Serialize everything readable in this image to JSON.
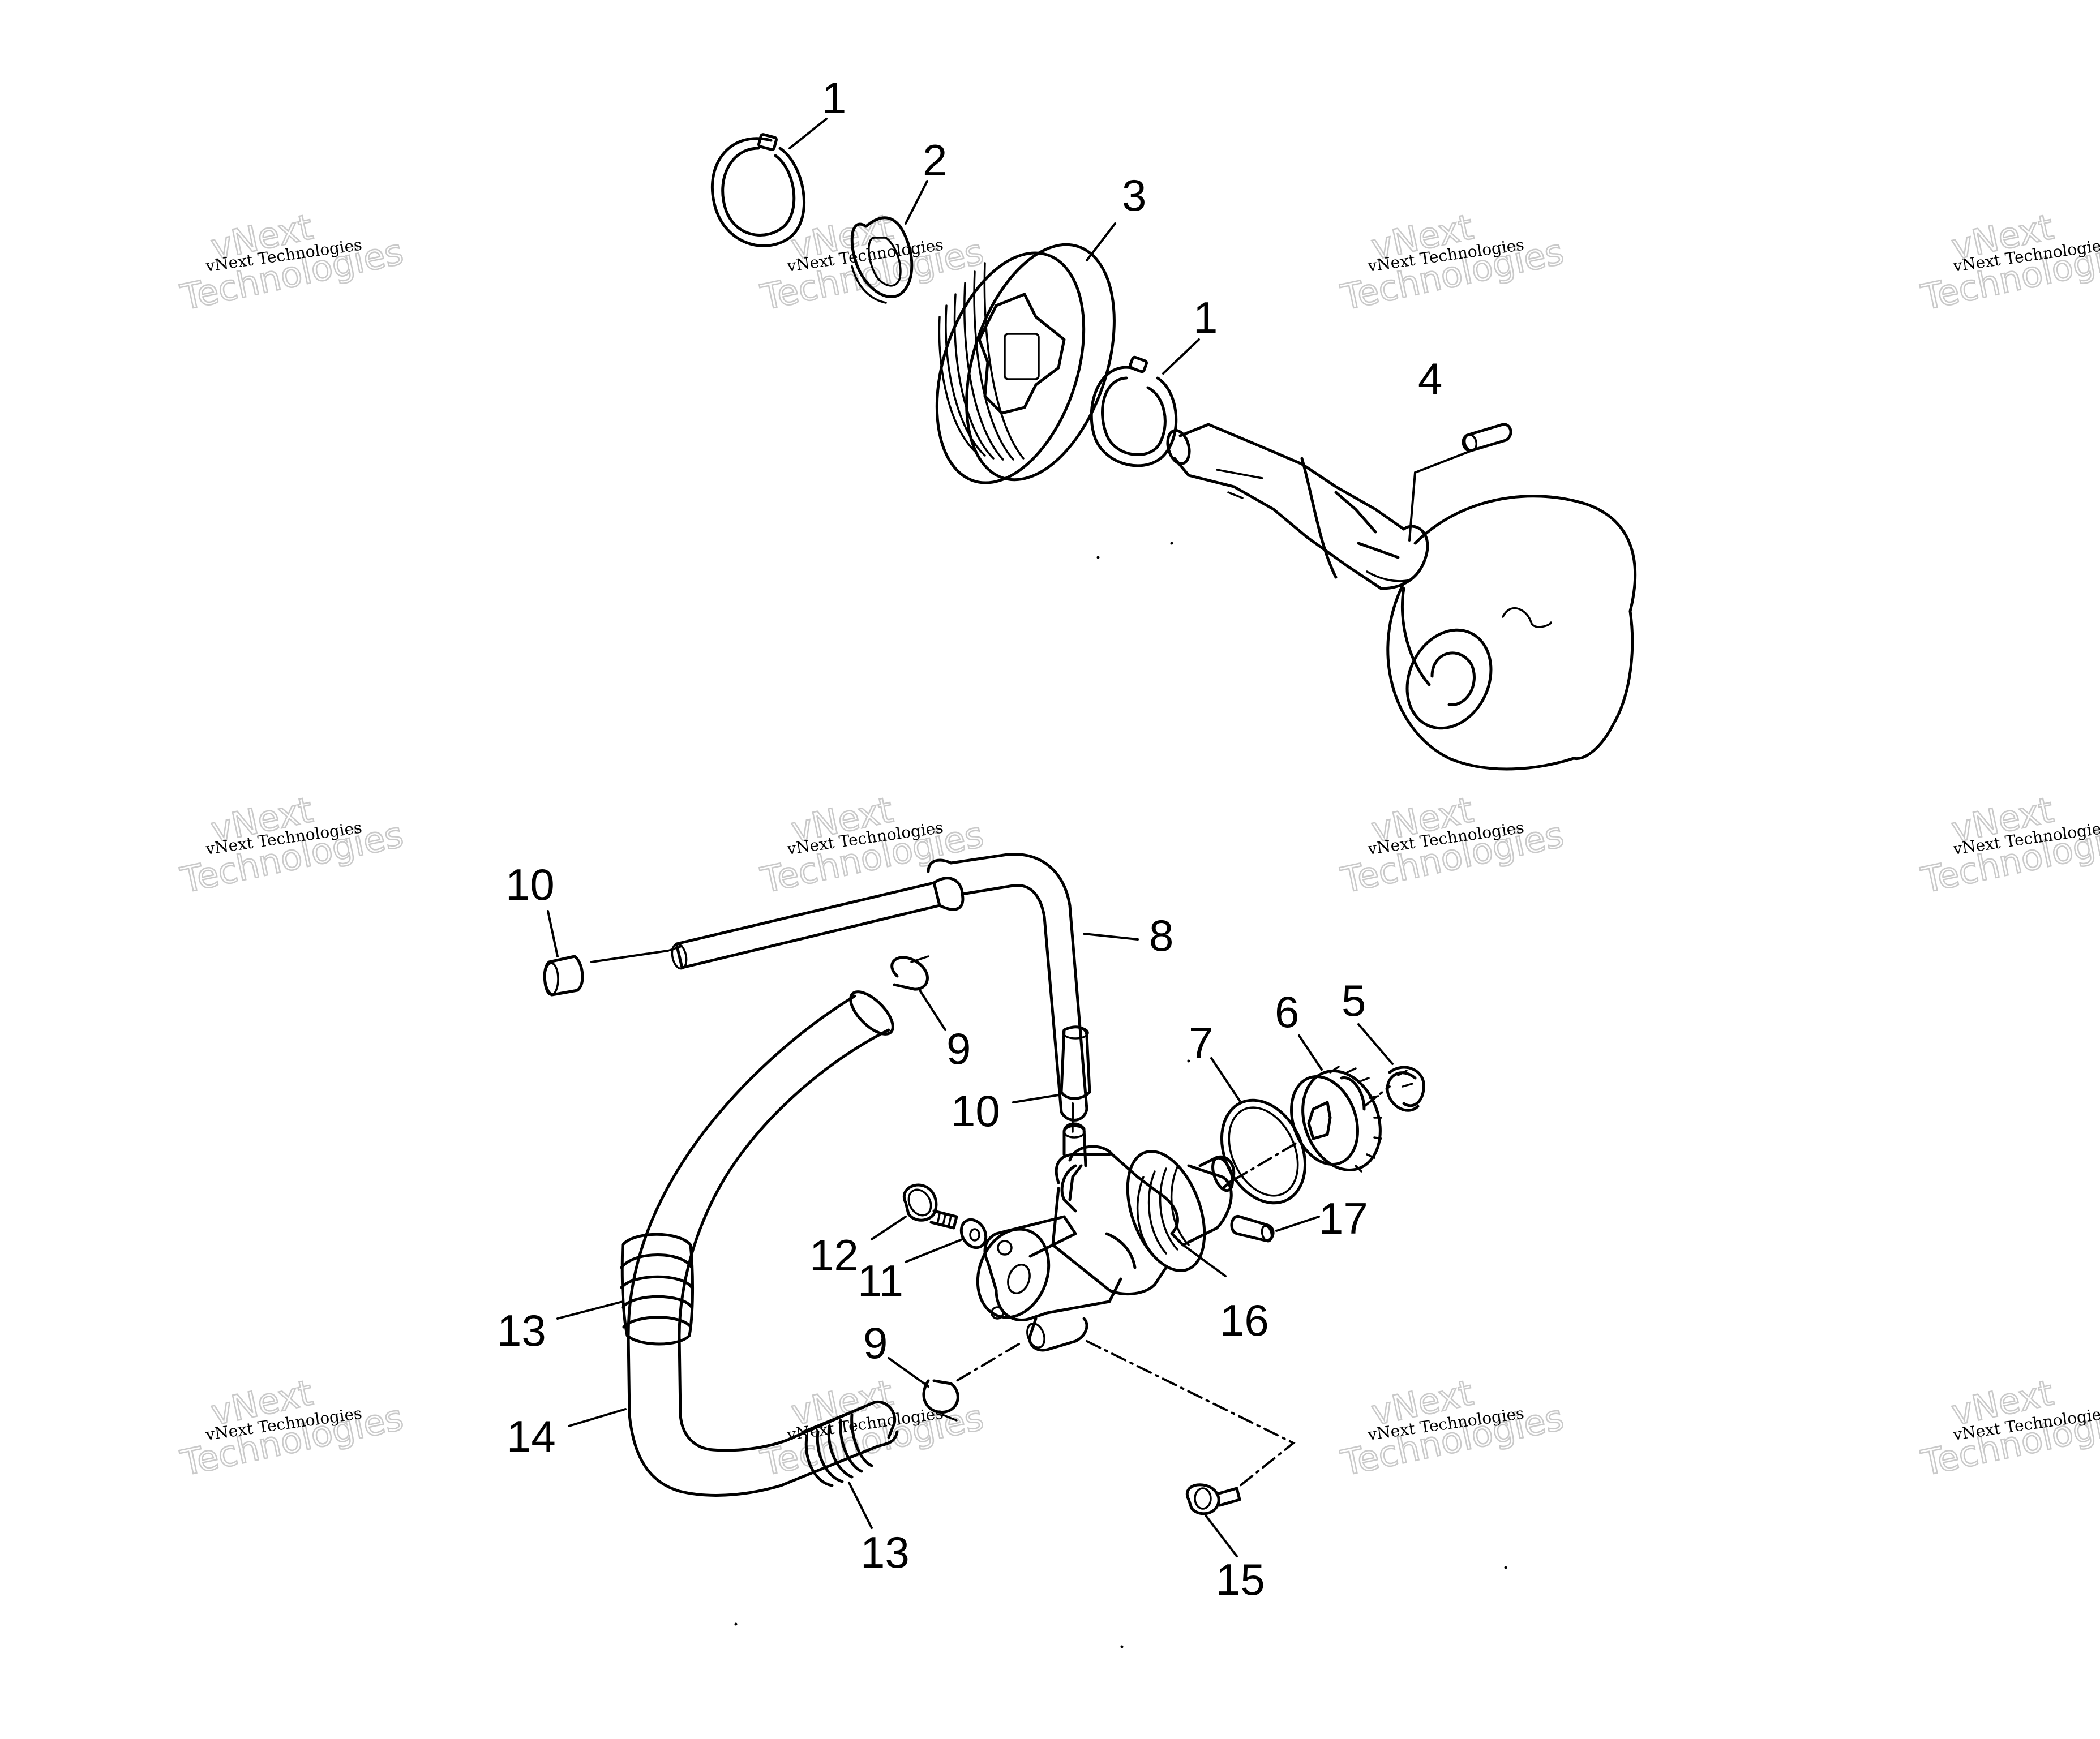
{
  "watermark": {
    "small": "vNext Technologies",
    "big_top": "vNext",
    "big_bottom": "Technologies"
  },
  "callouts": {
    "c1a": "1",
    "c2": "2",
    "c3": "3",
    "c1b": "1",
    "c4": "4",
    "c10a": "10",
    "c8": "8",
    "c9a": "9",
    "c10b": "10",
    "c7": "7",
    "c6": "6",
    "c5": "5",
    "c17": "17",
    "c12": "12",
    "c11": "11",
    "c16": "16",
    "c13a": "13",
    "c9b": "9",
    "c14": "14",
    "c13b": "13",
    "c15": "15"
  },
  "colors": {
    "line": "#000000",
    "watermark_outline": "#c9c9c9",
    "background": "#ffffff"
  }
}
